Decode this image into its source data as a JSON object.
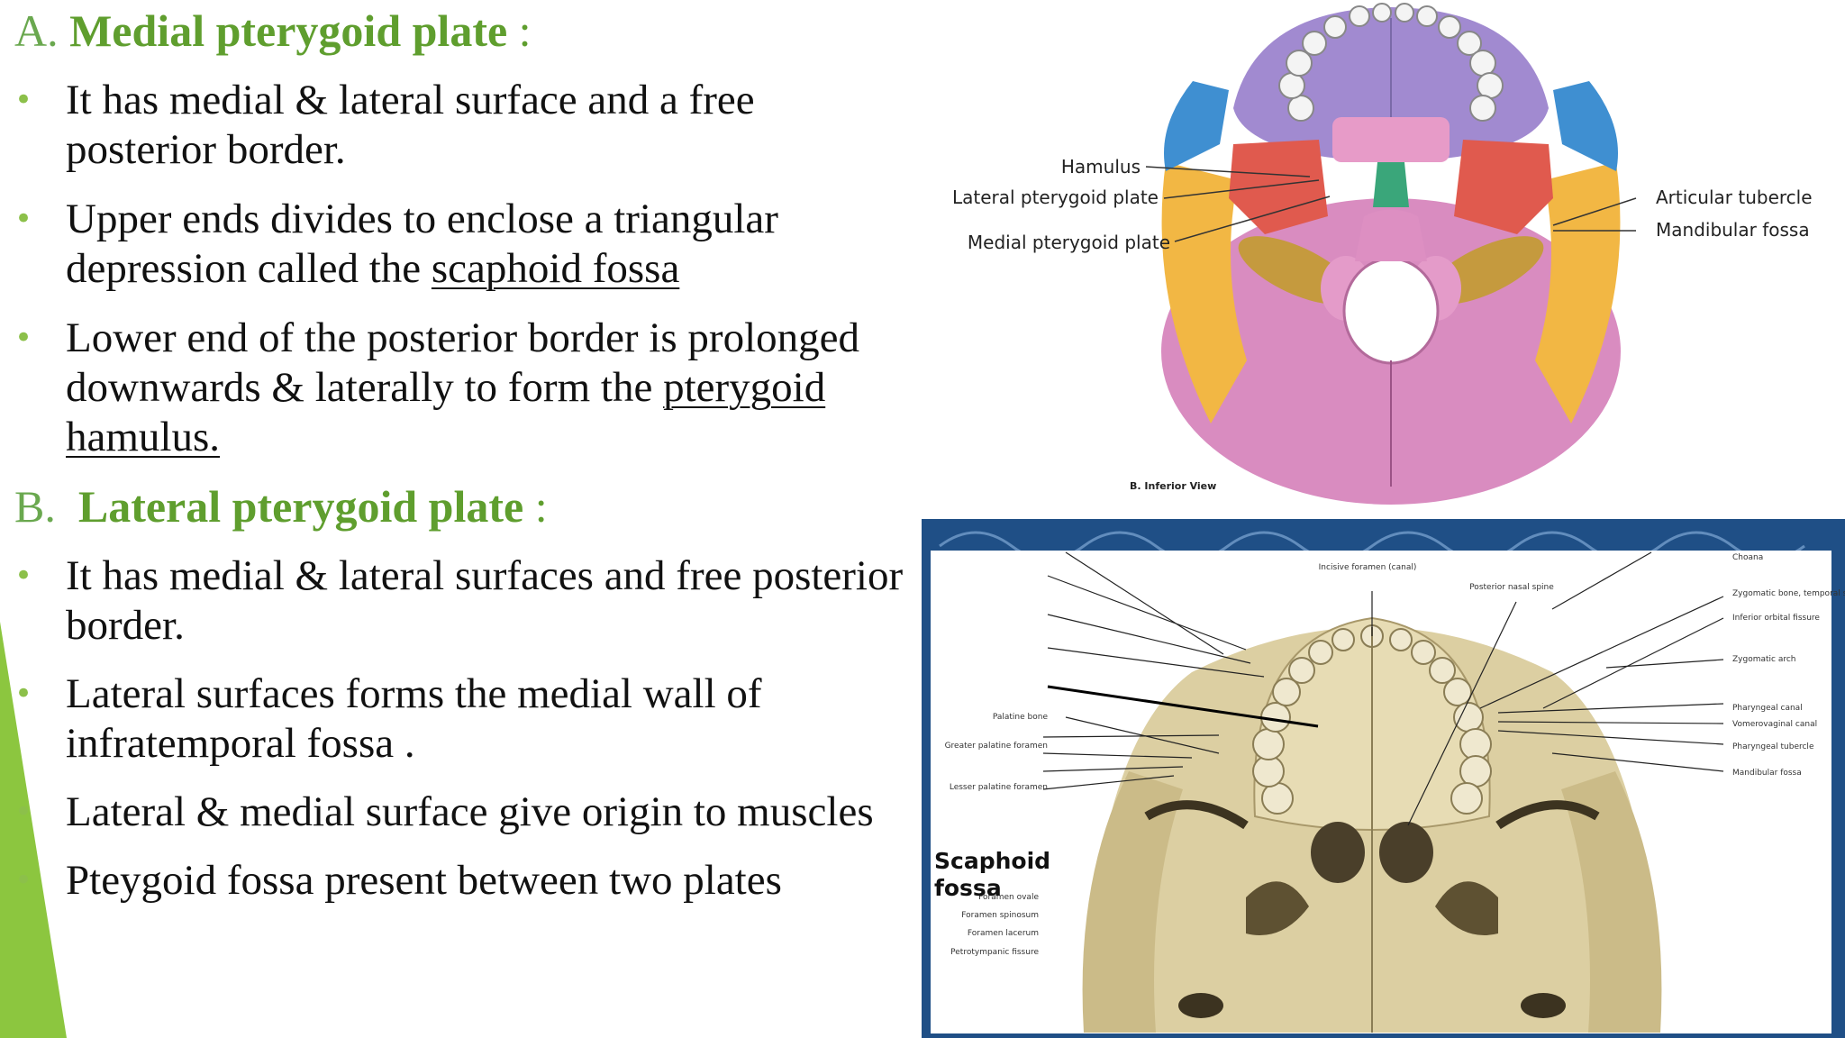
{
  "section_a": {
    "letter": "A.",
    "title": "Medial pterygoid plate",
    "colon": " :",
    "bullets": [
      {
        "text": "It has medial & lateral surface and a free posterior border."
      },
      {
        "text": "Upper ends divides to enclose a triangular depression called the ",
        "underlined": "scaphoid fossa"
      },
      {
        "text": "Lower end of the posterior border is prolonged downwards & laterally to form the ",
        "underlined": "pterygoid hamulus."
      }
    ]
  },
  "section_b": {
    "letter": "B.",
    "title": "Lateral pterygoid plate",
    "colon": " :",
    "bullets": [
      {
        "text": "It has medial & lateral surfaces and free posterior border."
      },
      {
        "text": "Lateral surfaces forms the medial wall of infratemporal fossa ."
      },
      {
        "text": "Lateral & medial surface give origin to muscles"
      },
      {
        "text": "Pteygoid fossa present between two plates"
      }
    ]
  },
  "figure_top": {
    "labels_left": [
      "Hamulus",
      "Lateral pterygoid plate",
      "Medial pterygoid plate"
    ],
    "labels_right": [
      "Articular tubercle",
      "Mandibular fossa"
    ],
    "caption": "B. Inferior View"
  },
  "figure_bottom": {
    "label_top_center": "Incisive foramen (canal)",
    "label_top_right": "Posterior nasal spine",
    "labels_left": [
      "Palatine bone",
      "Greater palatine foramen",
      "Lesser palatine foramen",
      "Foramen ovale",
      "Foramen spinosum",
      "Foramen lacerum",
      "Petrotympanic fissure"
    ],
    "labels_right": [
      "Choana",
      "Zygomatic bone, temporal surface",
      "Inferior orbital fissure",
      "Zygomatic arch",
      "Pharyngeal canal",
      "Vomerovaginal canal",
      "Pharyngeal tubercle",
      "Mandibular fossa"
    ],
    "highlight_label_line1": "Scaphoid",
    "highlight_label_line2": "fossa"
  },
  "colors": {
    "accent_green": "#5f9e2e",
    "bullet_green": "#8cc04a",
    "side_wedge": "#8cc63f",
    "banner_blue": "#1f4f86"
  }
}
